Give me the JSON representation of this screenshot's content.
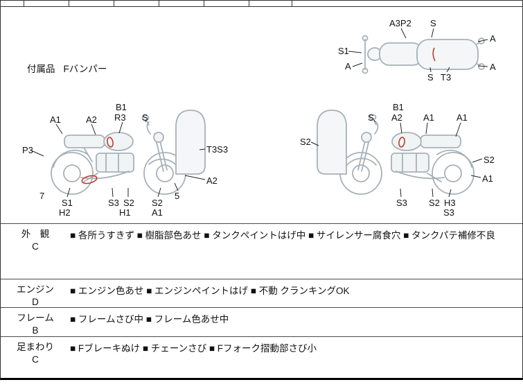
{
  "sheet": {
    "accessories_label": "付属品",
    "accessories_value": "Fバンパー"
  },
  "top_view_labels": [
    "A3P2",
    "S",
    "A",
    "S1",
    "A",
    "A",
    "S",
    "T3"
  ],
  "left_bike_labels": [
    "A1",
    "A2",
    "B1",
    "R3",
    "S",
    "P3",
    "T3S3",
    "A2",
    "7",
    "S1",
    "H2",
    "S3",
    "S2",
    "H1",
    "S2",
    "A1",
    "5"
  ],
  "right_bike_labels": [
    "B1",
    "S",
    "A2",
    "A1",
    "A1",
    "S2",
    "S2",
    "A1",
    "S3",
    "S2",
    "H3",
    "S3"
  ],
  "inspection_rows": [
    {
      "category": "外　観",
      "grade": "C",
      "remarks": "■ 各所うすきず ■ 樹脂部色あせ ■ タンクペイントはげ中 ■ サイレンサー腐食穴 ■ タンクパテ補修不良"
    },
    {
      "category": "エンジン",
      "grade": "D",
      "remarks": "■ エンジン色あせ ■ エンジンペイントはげ ■ 不動 クランキングOK"
    },
    {
      "category": "フレーム",
      "grade": "B",
      "remarks": "■ フレームさび中 ■ フレーム色あせ中"
    },
    {
      "category": "足まわり",
      "grade": "C",
      "remarks": "■ Fブレーキぬけ ■ チェーンさび ■ Fフォーク摺動部さび小"
    }
  ],
  "colors": {
    "line_art": "#a7b1b8",
    "damage_mark": "#c0392b",
    "border": "#333333"
  }
}
